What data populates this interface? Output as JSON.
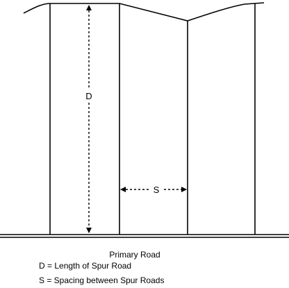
{
  "diagram": {
    "primary_road_label": "Primary Road",
    "length_symbol": "D",
    "spacing_symbol": "S",
    "legend": [
      "D = Length of Spur Road",
      "S = Spacing between Spur Roads"
    ],
    "colors": {
      "ink": "#000000",
      "background": "#ffffff"
    }
  }
}
